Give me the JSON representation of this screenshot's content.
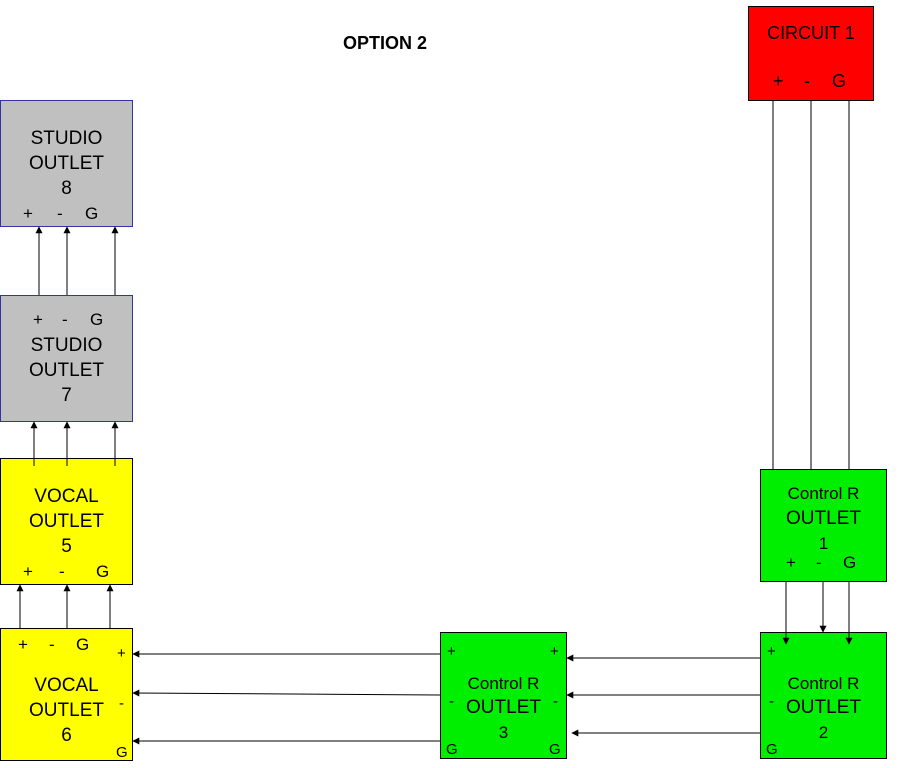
{
  "title": "OPTION 2",
  "colors": {
    "circuit": "#ff0000",
    "studio": "#c0c0c0",
    "vocal": "#ffff00",
    "control": "#00ee00",
    "studio_border": "#3333aa",
    "line": "#000000"
  },
  "nodes": {
    "circuit1": {
      "name": "CIRCUIT 1",
      "terminals": [
        "+",
        "-",
        "G"
      ]
    },
    "studio8": {
      "name_lines": [
        "STUDIO",
        "OUTLET",
        "8"
      ],
      "terminals": [
        "+",
        "-",
        "G"
      ]
    },
    "studio7": {
      "name_lines": [
        "STUDIO",
        "OUTLET",
        "7"
      ],
      "terminals": [
        "+",
        "-",
        "G"
      ]
    },
    "vocal5": {
      "name_lines": [
        "VOCAL",
        "OUTLET",
        "5"
      ],
      "terminals": [
        "+",
        "-",
        "G"
      ]
    },
    "vocal6": {
      "name_lines": [
        "VOCAL",
        "OUTLET",
        "6"
      ],
      "terminals": [
        "+",
        "-",
        "G"
      ],
      "side_terminals": [
        "+",
        "-",
        "G"
      ]
    },
    "control1": {
      "name_lines": [
        "Control R",
        "OUTLET",
        "1"
      ],
      "terminals": [
        "+",
        "-",
        "G"
      ]
    },
    "control2": {
      "name_lines": [
        "Control R",
        "OUTLET",
        "2"
      ],
      "side_terminals": [
        "+",
        "-",
        "G"
      ]
    },
    "control3": {
      "name_lines": [
        "Control R",
        "OUTLET",
        "3"
      ],
      "left_terminals": [
        "+",
        "-",
        "G"
      ],
      "right_terminals": [
        "+",
        "-",
        "G"
      ]
    }
  }
}
